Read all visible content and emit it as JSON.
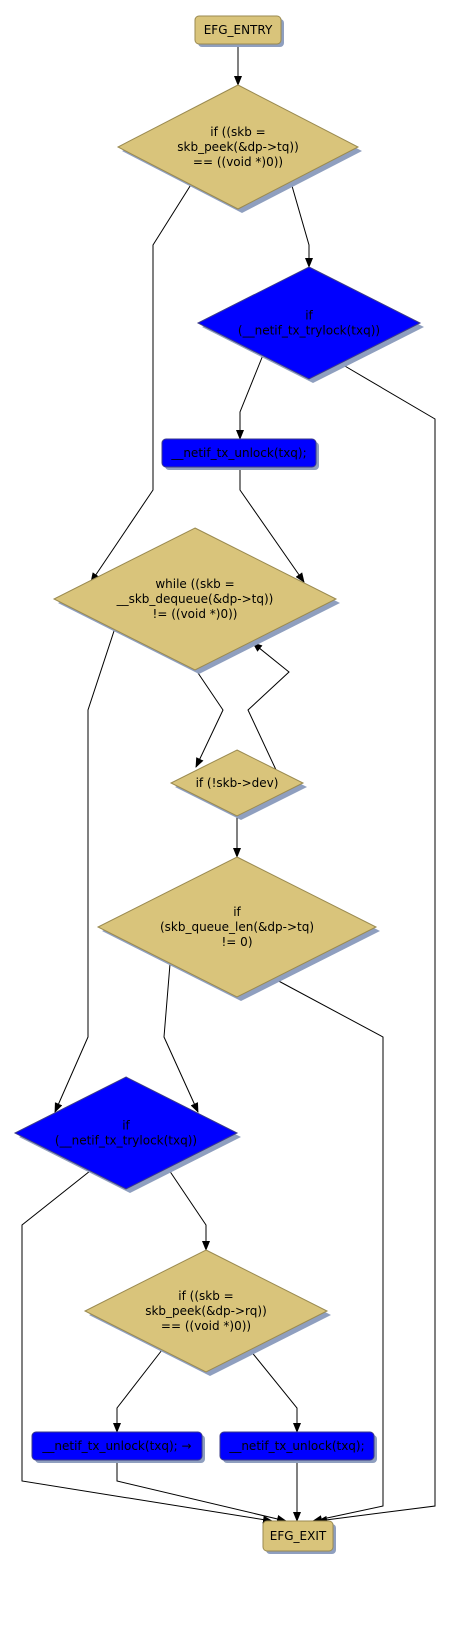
{
  "diagram": {
    "colors": {
      "tan": "#d9c47b",
      "tan_stroke": "#9a8a50",
      "blue": "#0000ff",
      "blue_stroke": "#3a3a8a",
      "shadow": "#8f9fbf",
      "edge": "#000000"
    },
    "nodes": [
      {
        "id": "entry",
        "shape": "box",
        "color": "tan",
        "lines": [
          "EFG_ENTRY"
        ]
      },
      {
        "id": "d1",
        "shape": "diamond",
        "color": "tan",
        "lines": [
          "if ((skb =",
          "skb_peek(&dp->tq))",
          "== ((void *)0))"
        ]
      },
      {
        "id": "d2",
        "shape": "diamond",
        "color": "blue",
        "lines": [
          "if",
          "(__netif_tx_trylock(txq))"
        ]
      },
      {
        "id": "b1",
        "shape": "box",
        "color": "blue",
        "lines": [
          "__netif_tx_unlock(txq);"
        ]
      },
      {
        "id": "d3",
        "shape": "diamond",
        "color": "tan",
        "lines": [
          "while ((skb =",
          "__skb_dequeue(&dp->tq))",
          "!= ((void *)0))"
        ]
      },
      {
        "id": "d4",
        "shape": "diamond",
        "color": "tan",
        "lines": [
          "if (!skb->dev)"
        ]
      },
      {
        "id": "d5",
        "shape": "diamond",
        "color": "tan",
        "lines": [
          "if",
          "(skb_queue_len(&dp->tq)",
          "!= 0)"
        ]
      },
      {
        "id": "d6",
        "shape": "diamond",
        "color": "blue",
        "lines": [
          "if",
          "(__netif_tx_trylock(txq))"
        ]
      },
      {
        "id": "d7",
        "shape": "diamond",
        "color": "tan",
        "lines": [
          "if ((skb =",
          "skb_peek(&dp->rq))",
          "== ((void *)0))"
        ]
      },
      {
        "id": "b2",
        "shape": "box",
        "color": "blue",
        "lines": [
          "__netif_tx_unlock(txq); →"
        ]
      },
      {
        "id": "b3",
        "shape": "box",
        "color": "blue",
        "lines": [
          "__netif_tx_unlock(txq);"
        ]
      },
      {
        "id": "exit",
        "shape": "box",
        "color": "tan",
        "lines": [
          "EFG_EXIT"
        ]
      }
    ],
    "edges": [
      {
        "from": "entry",
        "to": "d1"
      },
      {
        "from": "d1",
        "to": "d3"
      },
      {
        "from": "d1",
        "to": "d2"
      },
      {
        "from": "d2",
        "to": "b1"
      },
      {
        "from": "d2",
        "to": "exit"
      },
      {
        "from": "b1",
        "to": "d3"
      },
      {
        "from": "d3",
        "to": "d4"
      },
      {
        "from": "d3",
        "to": "d6"
      },
      {
        "from": "d4",
        "to": "d3"
      },
      {
        "from": "d4",
        "to": "d5"
      },
      {
        "from": "d5",
        "to": "d6"
      },
      {
        "from": "d5",
        "to": "exit"
      },
      {
        "from": "d6",
        "to": "d7"
      },
      {
        "from": "d6",
        "to": "exit"
      },
      {
        "from": "d7",
        "to": "b2"
      },
      {
        "from": "d7",
        "to": "b3"
      },
      {
        "from": "b2",
        "to": "exit"
      },
      {
        "from": "b3",
        "to": "exit"
      }
    ]
  }
}
